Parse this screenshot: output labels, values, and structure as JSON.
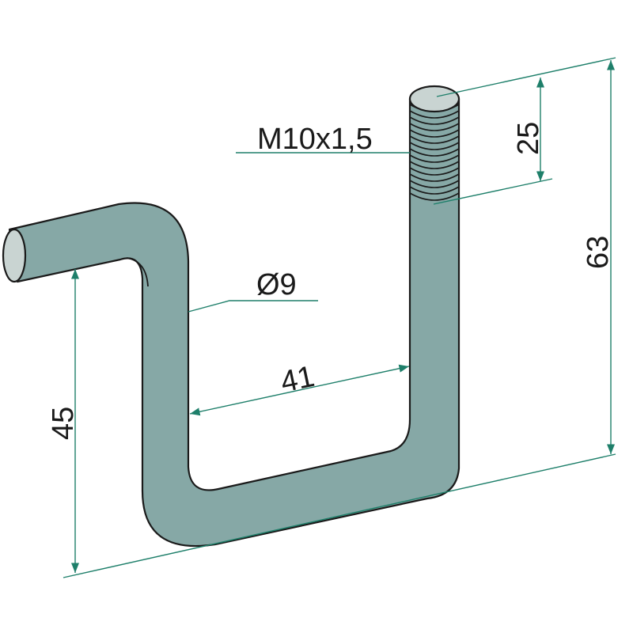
{
  "drawing": {
    "thread_label": "M10x1,5",
    "diameter_label": "Ø9",
    "width_label": "41",
    "thread_length_label": "25",
    "total_height_label": "63",
    "left_height_label": "45"
  },
  "colors": {
    "body": "#86a8a6",
    "end_cap": "#c9d4d2",
    "outline": "#1a1a1a",
    "dimension": "#1e7f6a"
  }
}
